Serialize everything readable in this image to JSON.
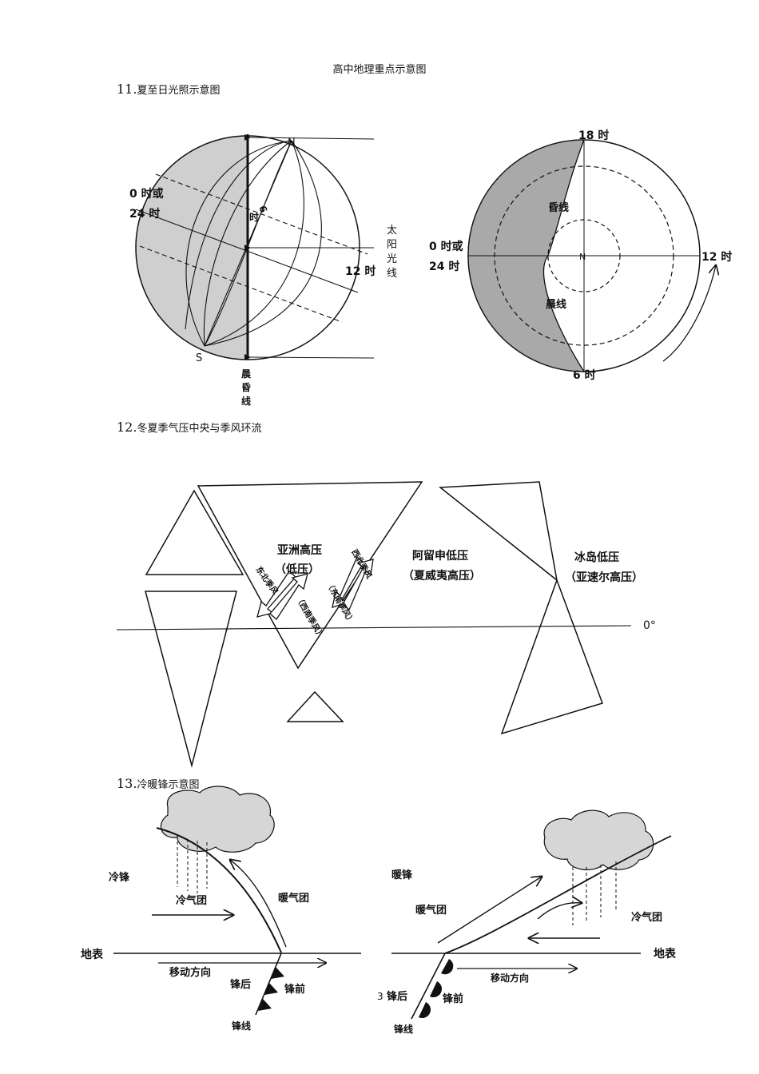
{
  "document": {
    "title": "高中地理重点示意图"
  },
  "sections": [
    {
      "number": "11.",
      "title": "夏至日光照示意图"
    },
    {
      "number": "12.",
      "title": "冬夏季气压中央与季风环流"
    },
    {
      "number": "13.",
      "title": "冷暖锋示意图"
    }
  ],
  "fig11_left": {
    "north": "N",
    "south": "S",
    "time0_line1": "0 时或",
    "time0_line2": "24 时",
    "time6": "6",
    "time6_unit": "时",
    "time12": "12 时",
    "sunlight": [
      "太",
      "阳",
      "光",
      "线"
    ],
    "terminator": [
      "晨",
      "昏",
      "线"
    ]
  },
  "fig11_right": {
    "time18": "18 时",
    "time0_line1": "0 时或",
    "time0_line2": "24 时",
    "time12": "12 时",
    "time6": "6 时",
    "dusk": "昏线",
    "dawn": "晨线",
    "north": "N"
  },
  "fig12": {
    "asia_high": "亚洲高压",
    "asia_high_paren": "（低压）",
    "aleutian_low": "阿留申低压",
    "aleutian_low_paren": "（夏威夷高压）",
    "iceland_low": "冰岛低压",
    "iceland_low_paren": "（亚速尔高压）",
    "equator": "0°",
    "ne_monsoon": "东北季风",
    "sw_monsoon": "（西南季风）",
    "nw_monsoon": "西北季风",
    "se_monsoon": "（东南季风）"
  },
  "fig13_cold": {
    "title": "冷锋",
    "cold_mass": "冷气团",
    "warm_mass": "暖气团",
    "ground": "地表",
    "direction": "移动方向",
    "behind": "锋后",
    "ahead": "锋前",
    "front_line": "锋线"
  },
  "fig13_warm": {
    "title": "暖锋",
    "warm_mass": "暖气团",
    "cold_mass": "冷气团",
    "ground": "地表",
    "direction": "移动方向",
    "behind": "锋后",
    "ahead": "锋前",
    "front_line": "锋线",
    "page_no": "3"
  }
}
